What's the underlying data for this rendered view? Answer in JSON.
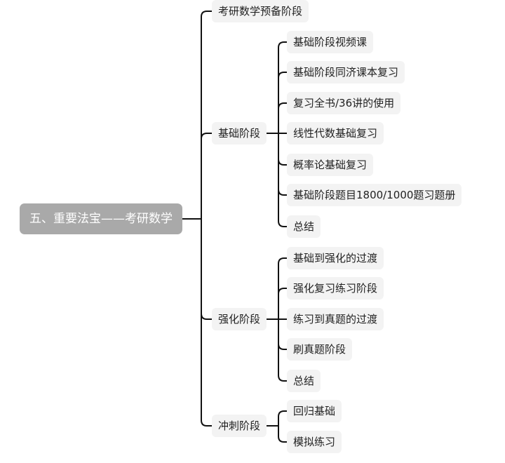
{
  "mindmap": {
    "root": "五、重要法宝——考研数学",
    "branches": [
      {
        "label": "考研数学预备阶段",
        "children": []
      },
      {
        "label": "基础阶段",
        "children": [
          "基础阶段视频课",
          "基础阶段同济课本复习",
          "复习全书/36讲的使用",
          "线性代数基础复习",
          "概率论基础复习",
          "基础阶段题目1800/1000题习题册",
          "总结"
        ]
      },
      {
        "label": "强化阶段",
        "children": [
          "基础到强化的过渡",
          "强化复习练习阶段",
          "练习到真题的过渡",
          "刷真题阶段",
          "总结"
        ]
      },
      {
        "label": "冲刺阶段",
        "children": [
          "回归基础",
          "模拟练习"
        ]
      }
    ]
  },
  "colors": {
    "line": "#111111",
    "node_bg": "#f3f3f3",
    "root_bg": "#a9a9a9",
    "root_text": "#ffffff"
  }
}
